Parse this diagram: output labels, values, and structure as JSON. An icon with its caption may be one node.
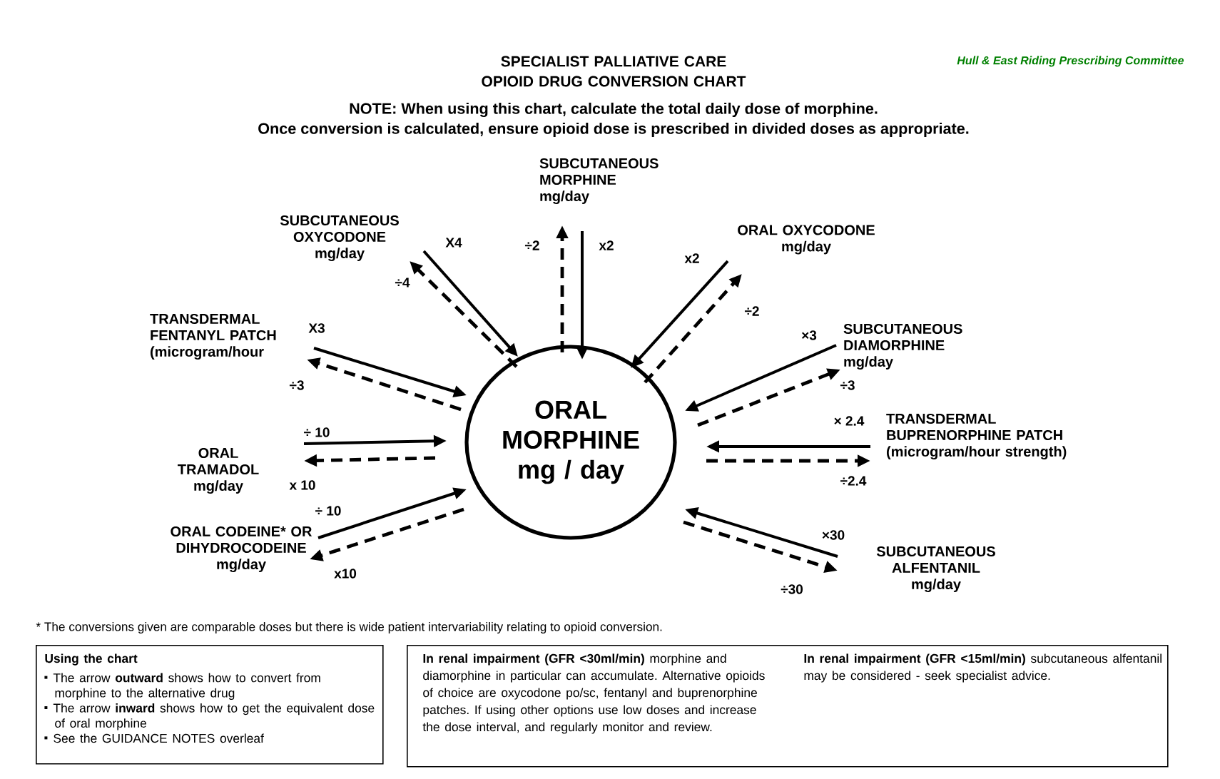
{
  "diagram": {
    "title": "SPECIALIST PALLIATIVE CARE OPIOID DRUG CONVERSION CHART",
    "nodes": [
      {
        "text": [
          "ORAL MORPHINE mg / day"
        ]
      },
      {
        "text": [
          "SUBCUTANEOUS MORPHINE mg/day"
        ]
      },
      {
        "text": [
          "SUBCUTANEOUS OXYCODONE mg/day"
        ]
      },
      {
        "text": [
          "ORAL OXYCODONE mg/day"
        ]
      },
      {
        "text": [
          "TRANSDERMAL FENTANYL PATCH (microgram/hour"
        ]
      },
      {
        "text": [
          "SUBCUTANEOUS DIAMORPHINE mg/day"
        ]
      },
      {
        "text": [
          "TRANSDERMAL BUPRENORPHINE PATCH (microgram/hour strength)"
        ]
      },
      {
        "text": [
          "ORAL TRAMADOL mg/day"
        ]
      },
      {
        "text": [
          "ORAL CODEINE* OR DIHYDROCODEINE mg/day"
        ]
      },
      {
        "text": [
          "SUBCUTANEOUS ALFENTANIL mg/day"
        ]
      },
      {
        "text": [
          "Using the chart",
          "The arrow **outward** shows how to convert from morphine to the alternative drug",
          "The arrow **inward** shows how to get the equivalent dose of oral morphine",
          "See the GUIDANCE NOTES overleaf"
        ]
      },
      {
        "text": [
          "**In renal impairment (GFR <30ml/min)** morphine and diamorphine in particular can accumulate. Alternative opioids of choice are oxycodone po/sc, fentanyl and buprenorphine patches. If using other options use low doses and increase the dose interval, and regularly monitor and review.",
          "**In renal impairment (GFR <15ml/min)** subcutaneous alfentanil may be considered - seek specialist advice."
        ]
      }
    ],
    "edges": [
      {
        "from": 1,
        "to": 0,
        "arrow": "to",
        "label": "x2"
      },
      {
        "from": 0,
        "to": 1,
        "arrow": "to",
        "style": "dashed",
        "label": "÷2"
      },
      {
        "from": 2,
        "to": 0,
        "arrow": "to",
        "label": "X4"
      },
      {
        "from": 0,
        "to": 2,
        "arrow": "to",
        "style": "dashed",
        "label": "÷4"
      },
      {
        "from": 3,
        "to": 0,
        "arrow": "to",
        "label": "x2"
      },
      {
        "from": 0,
        "to": 3,
        "arrow": "to",
        "style": "dashed",
        "label": "÷2"
      },
      {
        "from": 4,
        "to": 0,
        "arrow": "to",
        "label": "X3"
      },
      {
        "from": 0,
        "to": 4,
        "arrow": "to",
        "style": "dashed",
        "label": "÷3"
      },
      {
        "from": 5,
        "to": 0,
        "arrow": "to",
        "label": "×3"
      },
      {
        "from": 0,
        "to": 5,
        "arrow": "to",
        "style": "dashed",
        "label": "÷3"
      },
      {
        "from": 6,
        "to": 0,
        "arrow": "to",
        "label": "× 2.4"
      },
      {
        "from": 0,
        "to": 6,
        "arrow": "to",
        "style": "dashed",
        "label": "÷2.4"
      },
      {
        "from": 7,
        "to": 0,
        "arrow": "to",
        "label": "÷ 10"
      },
      {
        "from": 0,
        "to": 7,
        "arrow": "to",
        "style": "dashed",
        "label": "x 10"
      },
      {
        "from": 8,
        "to": 0,
        "arrow": "to",
        "label": "÷ 10"
      },
      {
        "from": 0,
        "to": 8,
        "arrow": "to",
        "style": "dashed",
        "label": "x10"
      },
      {
        "from": 9,
        "to": 0,
        "arrow": "to",
        "label": "×30"
      },
      {
        "from": 0,
        "to": 9,
        "arrow": "to",
        "style": "dashed",
        "label": "÷30"
      }
    ],
    "labels": [
      "Hull & East Riding Prescribing Committee",
      "NOTE: When using this chart, calculate the total daily dose of morphine.",
      "Once conversion is calculated, ensure opioid dose is prescribed in divided doses as appropriate.",
      "* The conversions given are comparable doses but there is wide patient intervariability relating to opioid conversion."
    ]
  }
}
